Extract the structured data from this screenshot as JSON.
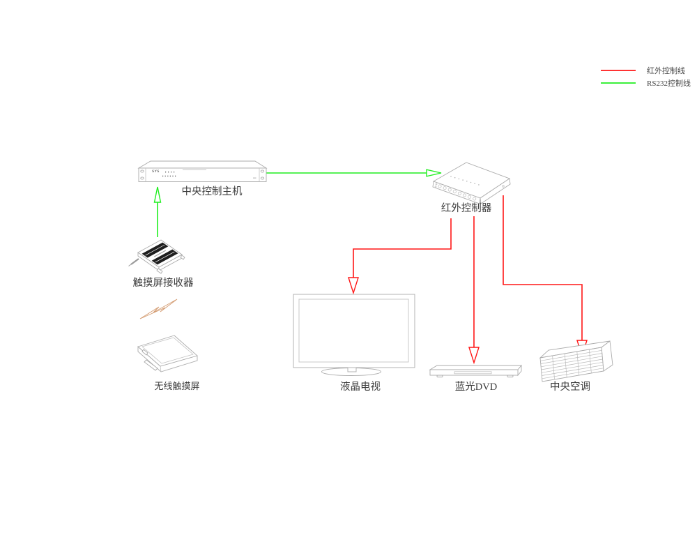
{
  "diagram": {
    "title_hidden": "",
    "colors": {
      "ir_line": "#ff1616",
      "rs232_line": "#1fee1f",
      "wireless_symbol": "#d49c72",
      "device_outline": "#ababab"
    },
    "legend": {
      "items": [
        {
          "label": "红外控制线",
          "color": "#ff1616"
        },
        {
          "label": "RS232控制线",
          "color": "#1fee1f"
        }
      ]
    },
    "nodes": {
      "host": {
        "label": "中央控制主机",
        "brand": "SYS"
      },
      "ir_controller": {
        "label": "红外控制器"
      },
      "touch_receiver": {
        "label": "触摸屏接收器"
      },
      "wireless_touch_panel": {
        "label": "无线触摸屏"
      },
      "lcd_tv": {
        "label": "液晶电视"
      },
      "bluray_dvd": {
        "label": "蓝光DVD"
      },
      "central_ac": {
        "label": "中央空调"
      }
    },
    "connections": [
      {
        "from": "中央控制主机",
        "to": "红外控制器",
        "type": "RS232控制线",
        "color": "#1fee1f"
      },
      {
        "from": "触摸屏接收器",
        "to": "中央控制主机",
        "type": "RS232控制线",
        "color": "#1fee1f"
      },
      {
        "from": "无线触摸屏",
        "to": "触摸屏接收器",
        "type": "无线信号",
        "color": "#d49c72"
      },
      {
        "from": "红外控制器",
        "to": "液晶电视",
        "type": "红外控制线",
        "color": "#ff1616"
      },
      {
        "from": "红外控制器",
        "to": "蓝光DVD",
        "type": "红外控制线",
        "color": "#ff1616"
      },
      {
        "from": "红外控制器",
        "to": "中央空调",
        "type": "红外控制线",
        "color": "#ff1616"
      }
    ]
  }
}
